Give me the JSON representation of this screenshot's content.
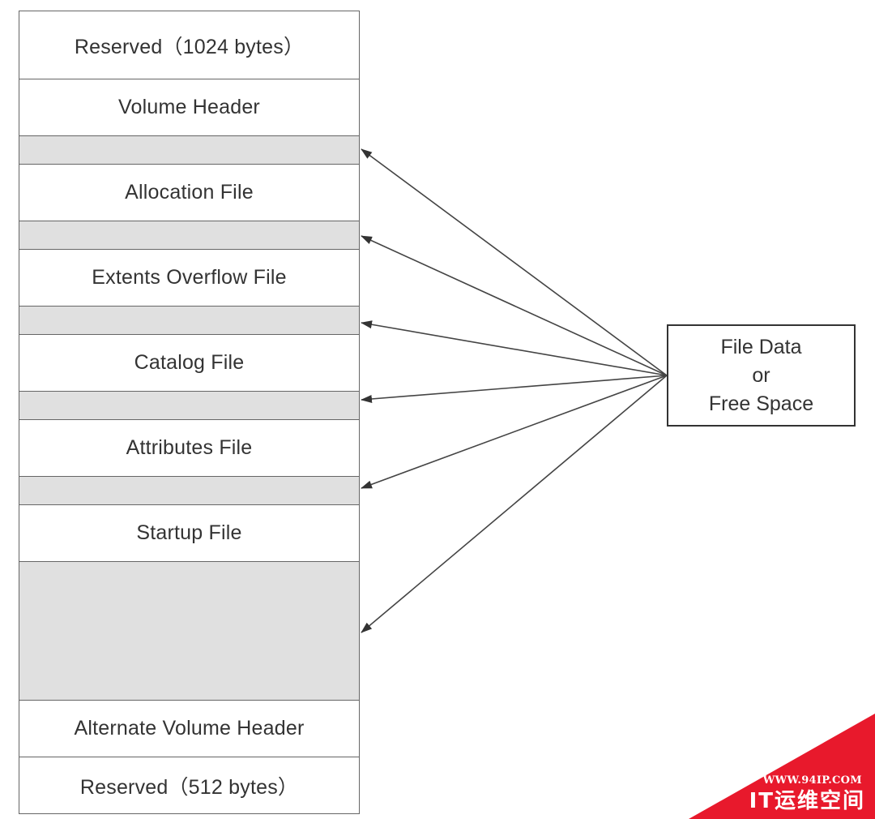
{
  "volume": {
    "segments": [
      {
        "label": "Reserved（1024 bytes）",
        "kind": "structure"
      },
      {
        "label": "Volume Header",
        "kind": "structure"
      },
      {
        "label": "",
        "kind": "free"
      },
      {
        "label": "Allocation File",
        "kind": "structure"
      },
      {
        "label": "",
        "kind": "free"
      },
      {
        "label": "Extents Overflow File",
        "kind": "structure"
      },
      {
        "label": "",
        "kind": "free"
      },
      {
        "label": "Catalog File",
        "kind": "structure"
      },
      {
        "label": "",
        "kind": "free"
      },
      {
        "label": "Attributes File",
        "kind": "structure"
      },
      {
        "label": "",
        "kind": "free"
      },
      {
        "label": "Startup File",
        "kind": "structure"
      },
      {
        "label": "",
        "kind": "free"
      },
      {
        "label": "Alternate Volume Header",
        "kind": "structure"
      },
      {
        "label": "Reserved（512 bytes）",
        "kind": "structure"
      }
    ]
  },
  "legend_box": {
    "line1": "File Data",
    "line2": "or",
    "line3": "Free Space"
  },
  "watermark": {
    "url": "WWW.94IP.COM",
    "name": "IT运维空间",
    "color": "#e8192c"
  },
  "colors": {
    "free_fill": "#e0e0e0",
    "border": "#666666",
    "arrow": "#444444"
  }
}
